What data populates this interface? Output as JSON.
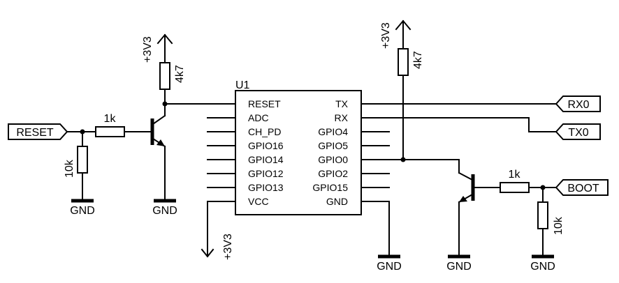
{
  "ic": {
    "ref": "U1",
    "left_pins": [
      "RESET",
      "ADC",
      "CH_PD",
      "GPIO16",
      "GPIO14",
      "GPIO12",
      "GPIO13",
      "VCC"
    ],
    "right_pins": [
      "TX",
      "RX",
      "GPIO4",
      "GPIO5",
      "GPIO0",
      "GPIO2",
      "GPIO15",
      "GND"
    ]
  },
  "ports": {
    "reset": "RESET",
    "rx": "RX0",
    "tx": "TX0",
    "boot": "BOOT"
  },
  "power": {
    "supply": "+3V3",
    "ground": "GND"
  },
  "components": {
    "reset_pullup": "4k7",
    "reset_base": "1k",
    "reset_pulldown": "10k",
    "boot_pullup": "4k7",
    "boot_base": "1k",
    "boot_pulldown": "10k"
  }
}
